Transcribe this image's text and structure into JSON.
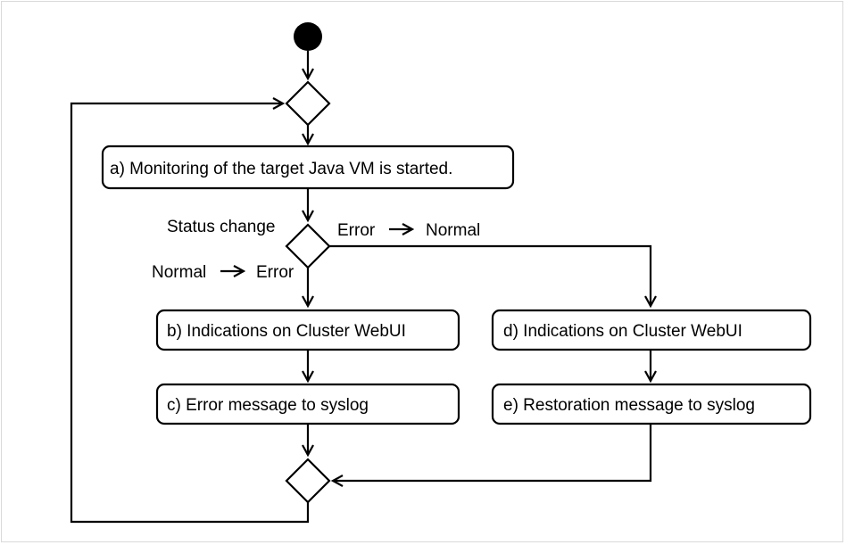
{
  "diagram": {
    "steps": {
      "a": "a) Monitoring of the target Java VM is started.",
      "b": "b) Indications on Cluster WebUI",
      "c": "c) Error message to syslog",
      "d": "d) Indications on Cluster WebUI",
      "e": "e) Restoration message to syslog"
    },
    "labels": {
      "status_change": "Status change",
      "normal_to_error": {
        "from": "Normal",
        "to": "Error"
      },
      "error_to_normal": {
        "from": "Error",
        "to": "Normal"
      }
    }
  }
}
